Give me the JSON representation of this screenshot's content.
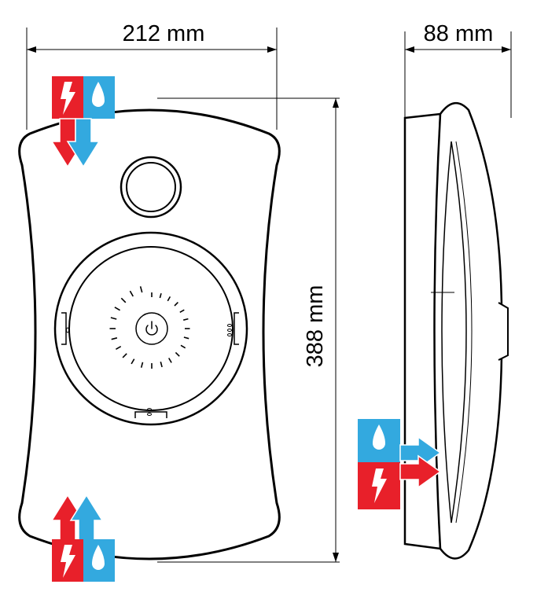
{
  "dimensions": {
    "width_label": "212 mm",
    "depth_label": "88 mm",
    "height_label": "388 mm"
  },
  "colors": {
    "outline": "#000000",
    "electric_red": "#e8202a",
    "water_blue": "#33a9df",
    "background": "#ffffff"
  },
  "icons": {
    "inlet_top": [
      "lightning-bolt-icon",
      "water-drop-icon",
      "down-arrow-icon"
    ],
    "inlet_bottom": [
      "lightning-bolt-icon",
      "water-drop-icon",
      "up-arrow-icon"
    ],
    "inlet_side": [
      "water-drop-icon",
      "lightning-bolt-icon",
      "right-arrow-icon"
    ],
    "controls": [
      "power-icon",
      "start-stop-button",
      "temperature-dial"
    ]
  }
}
